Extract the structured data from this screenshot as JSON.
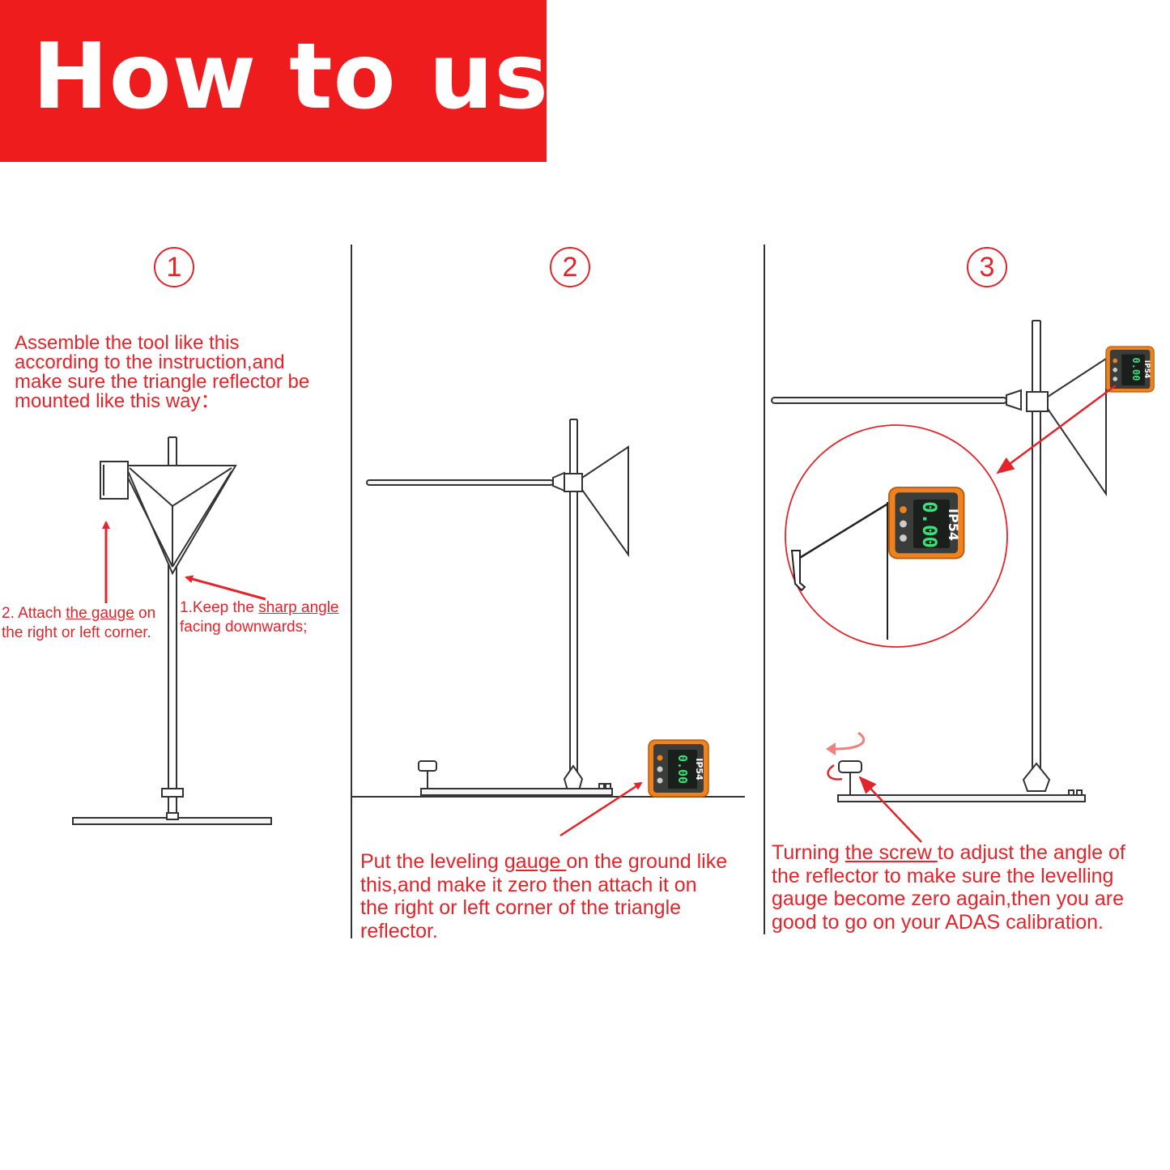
{
  "banner": {
    "title": "How to use",
    "color": "#ee1c1c"
  },
  "accent_color": "#e3242b",
  "gauge": {
    "label": "IP54",
    "reading": "0.00",
    "body_color": "#f0821e",
    "screen_color": "#1a1f1c",
    "digit_color": "#3fe07a"
  },
  "steps": [
    {
      "number": "1",
      "intro_lines": [
        "Assemble the tool like this",
        "according to the instruction,and",
        "make sure the triangle reflector be",
        "mounted like this way："
      ],
      "left_note": {
        "line1_pre": "2. Attach ",
        "line1_ul": "the gauge",
        "line1_post": " on",
        "line2": "the right or left corner."
      },
      "right_note": {
        "line1_pre": "1.Keep the ",
        "line1_ul": "sharp angle",
        "line2": "facing downwards;"
      }
    },
    {
      "number": "2",
      "caption": {
        "line1_pre": "Put the leveling ",
        "line1_ul": "gauge ",
        "line1_post": "on the ground like",
        "line2": "this,and make it zero then attach it on",
        "line3": "the right or left corner of the triangle",
        "line4": "reflector."
      }
    },
    {
      "number": "3",
      "caption": {
        "line1_pre": "Turning ",
        "line1_ul": "the screw ",
        "line1_post": "to adjust the angle of",
        "line2": "the reflector to make sure the levelling",
        "line3": "gauge become zero again,then you are",
        "line4": "good to go on your ADAS calibration."
      }
    }
  ]
}
